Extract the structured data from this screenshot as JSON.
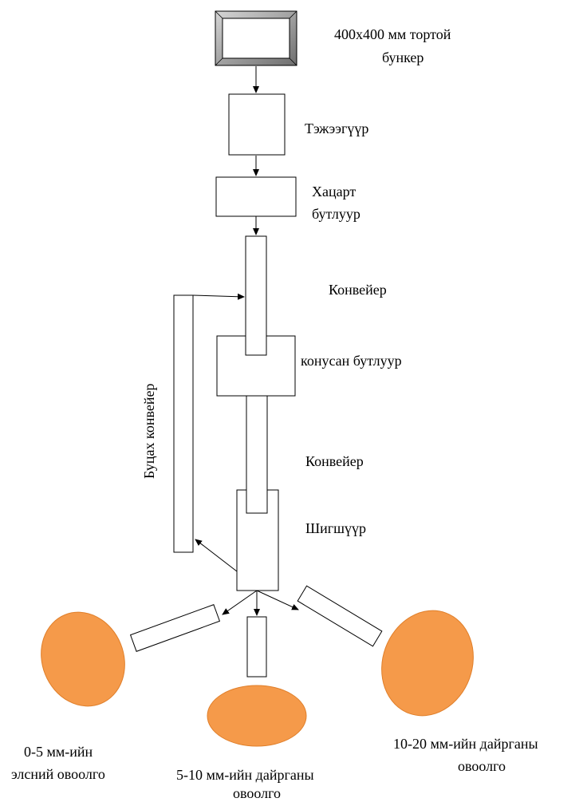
{
  "labels": {
    "bunker_line1": "400х400 мм тортой",
    "bunker_line2": "бункер",
    "feeder": "Тэжээгүүр",
    "jaw_line1": "Хацарт",
    "jaw_line2": "бутлуур",
    "conveyor1": "Конвейер",
    "cone": "конусан  бутлуур",
    "conveyor2": "Конвейер",
    "screen": "Шигшүүр",
    "return_conveyor": "Буцах конвейер",
    "pile_left_line1": "0-5 мм-ийн",
    "pile_left_line2": "элсний овоолго",
    "pile_mid_line1": "5-10 мм-ийн дайрганы",
    "pile_mid_line2": "овоолго",
    "pile_right_line1": "10-20 мм-ийн  дайрганы",
    "pile_right_line2": "овоолго"
  },
  "colors": {
    "pile_fill": "#F59A4A",
    "pile_edge": "#E07F2A",
    "stroke": "#000000",
    "hopper_frame": "#8C8C8C"
  }
}
